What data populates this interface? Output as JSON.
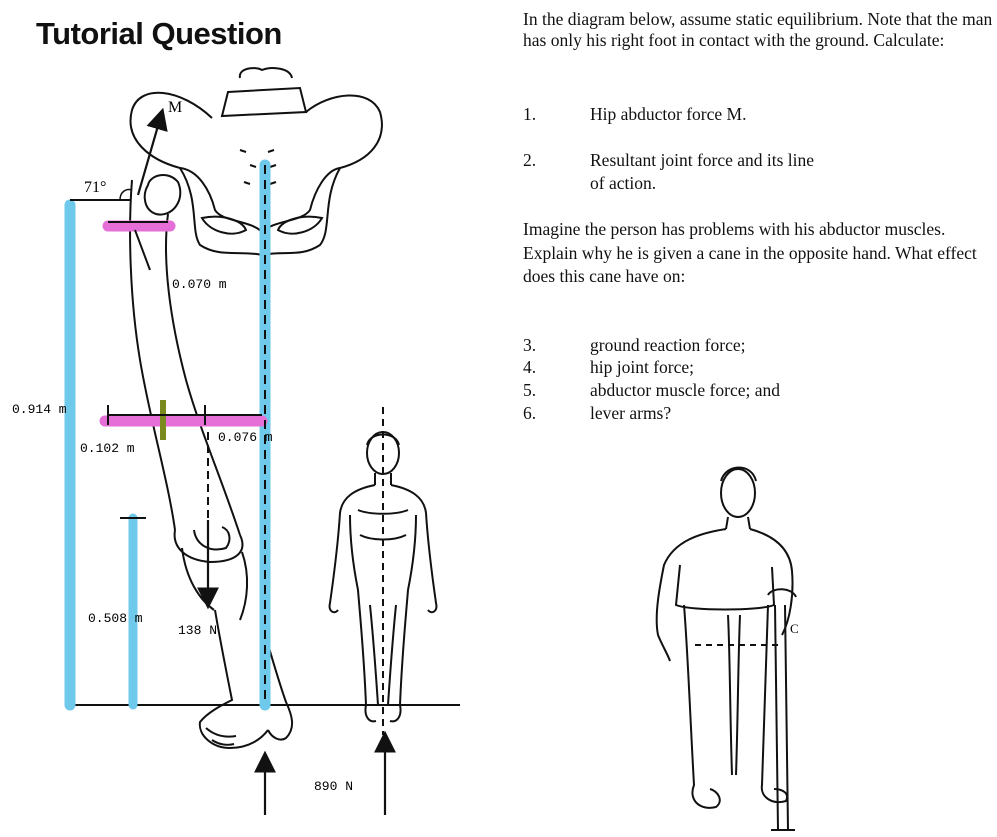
{
  "title": "Tutorial Question",
  "intro": "In the diagram below, assume static equilibrium. Note that the man has only his right foot in contact with the ground.  Calculate:",
  "questions_a": [
    {
      "num": "1.",
      "text": "Hip abductor force M."
    },
    {
      "num": "2.",
      "text": "Resultant joint force and its line",
      "text2": "of action."
    }
  ],
  "imagine": "Imagine the person has problems with his abductor muscles.  Explain why he is given a cane in the opposite hand.  What effect does this cane have on:",
  "questions_b": [
    {
      "num": "3.",
      "text": "ground reaction force;"
    },
    {
      "num": "4.",
      "text": "hip joint force;"
    },
    {
      "num": "5.",
      "text": "abductor muscle force; and"
    },
    {
      "num": "6.",
      "text": "lever arms?"
    }
  ],
  "diagram_labels": {
    "muscle": "M",
    "angle": "71°",
    "d_070": "0.070 m",
    "d_914": "0.914 m",
    "d_102": "0.102 m",
    "d_076": "0.076 m",
    "d_508": "0.508 m",
    "f_138": "138 N",
    "f_890": "890 N",
    "cane": "C"
  },
  "colors": {
    "highlight_blue": "#6ec9ea",
    "highlight_pink": "#e56fd6",
    "highlight_olive": "#7a8a1e",
    "ink": "#111111"
  }
}
